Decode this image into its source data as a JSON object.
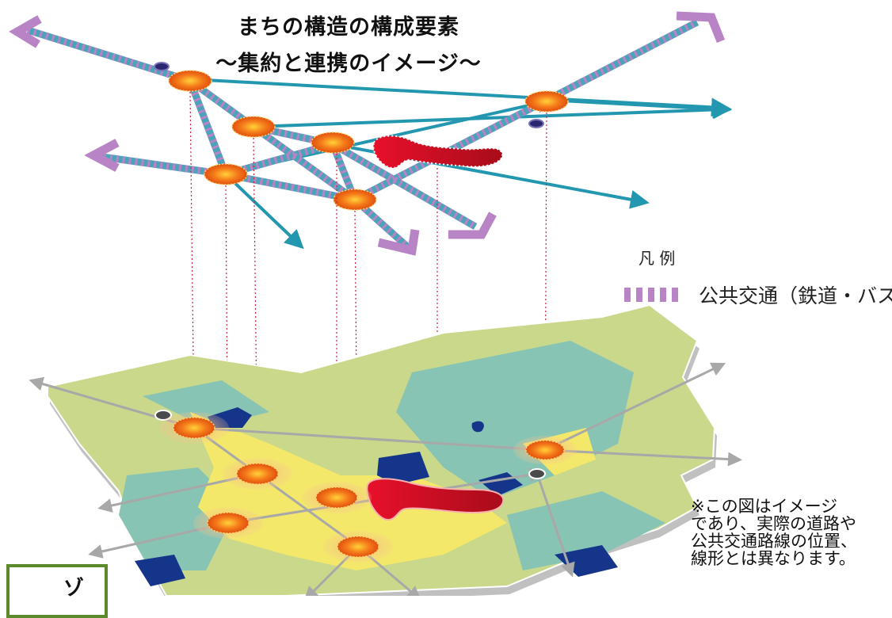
{
  "title": {
    "line1": "まちの構造の構成要素",
    "line2": "～集約と連携のイメージ～"
  },
  "legend": {
    "heading": "凡 例",
    "item_label": "公共交通（鉄道・バス）",
    "swatch_color": "#b884c6"
  },
  "note": {
    "line1": "※この図はイメージ",
    "line2": "であり、実際の道路や",
    "line3": "公共交通路線の位置、",
    "line4": "線形とは異なります。"
  },
  "corner_box": {
    "text": "ゾ"
  },
  "colors": {
    "transit_route": "#4aa3b8",
    "transit_hatch": "#b884c6",
    "arrow_teal": "#2497b0",
    "hub": "#f26a1a",
    "central_district": "#d01020",
    "map_green": "#c9d88a",
    "map_teal": "#87c4b4",
    "map_yellow": "#f3e86a",
    "map_blue": "#15358a"
  }
}
